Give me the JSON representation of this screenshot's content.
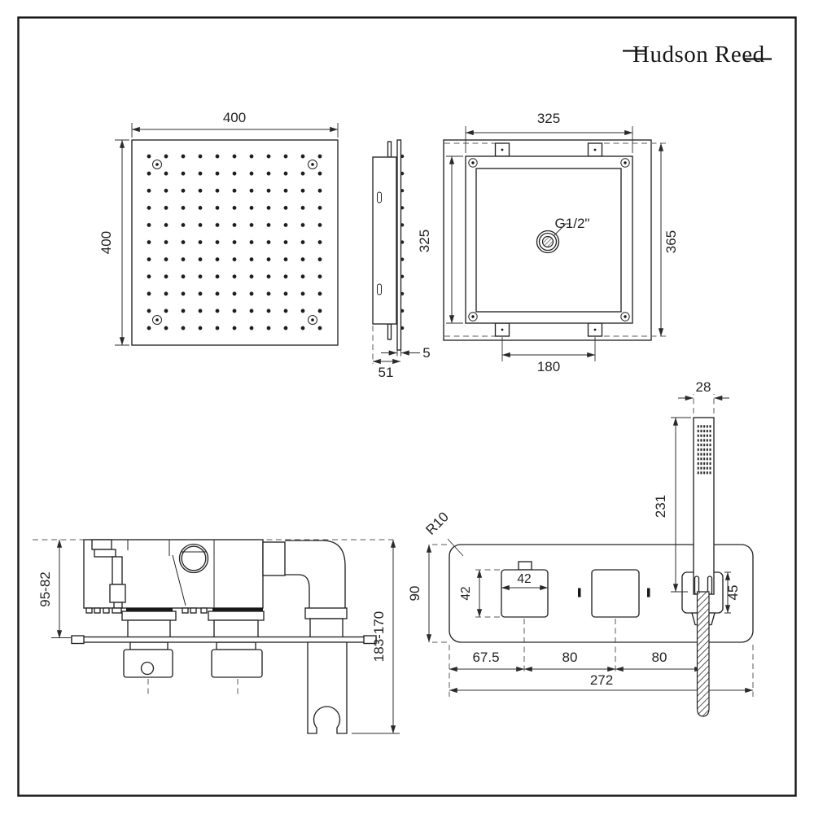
{
  "brand": {
    "logo_text": "Hudson Reed"
  },
  "head_front": {
    "width": "400",
    "height": "400"
  },
  "head_side": {
    "depth": "51",
    "plate_thickness": "5"
  },
  "head_back": {
    "plate_width": "325",
    "plate_height": "325",
    "overall_height": "365",
    "bracket_spacing": "180",
    "connection_size": "G1/2\""
  },
  "valve_side": {
    "body_depth": "95-82",
    "overall_depth": "183-170"
  },
  "valve_front": {
    "plate_height": "90",
    "corner_radius": "R10",
    "handle_width": "42",
    "handle_height": "42",
    "holder_size": "45",
    "offset_left": "67.5",
    "spacing_mid": "80",
    "spacing_right": "80",
    "plate_width": "272"
  },
  "handset": {
    "width": "28",
    "length": "231"
  }
}
